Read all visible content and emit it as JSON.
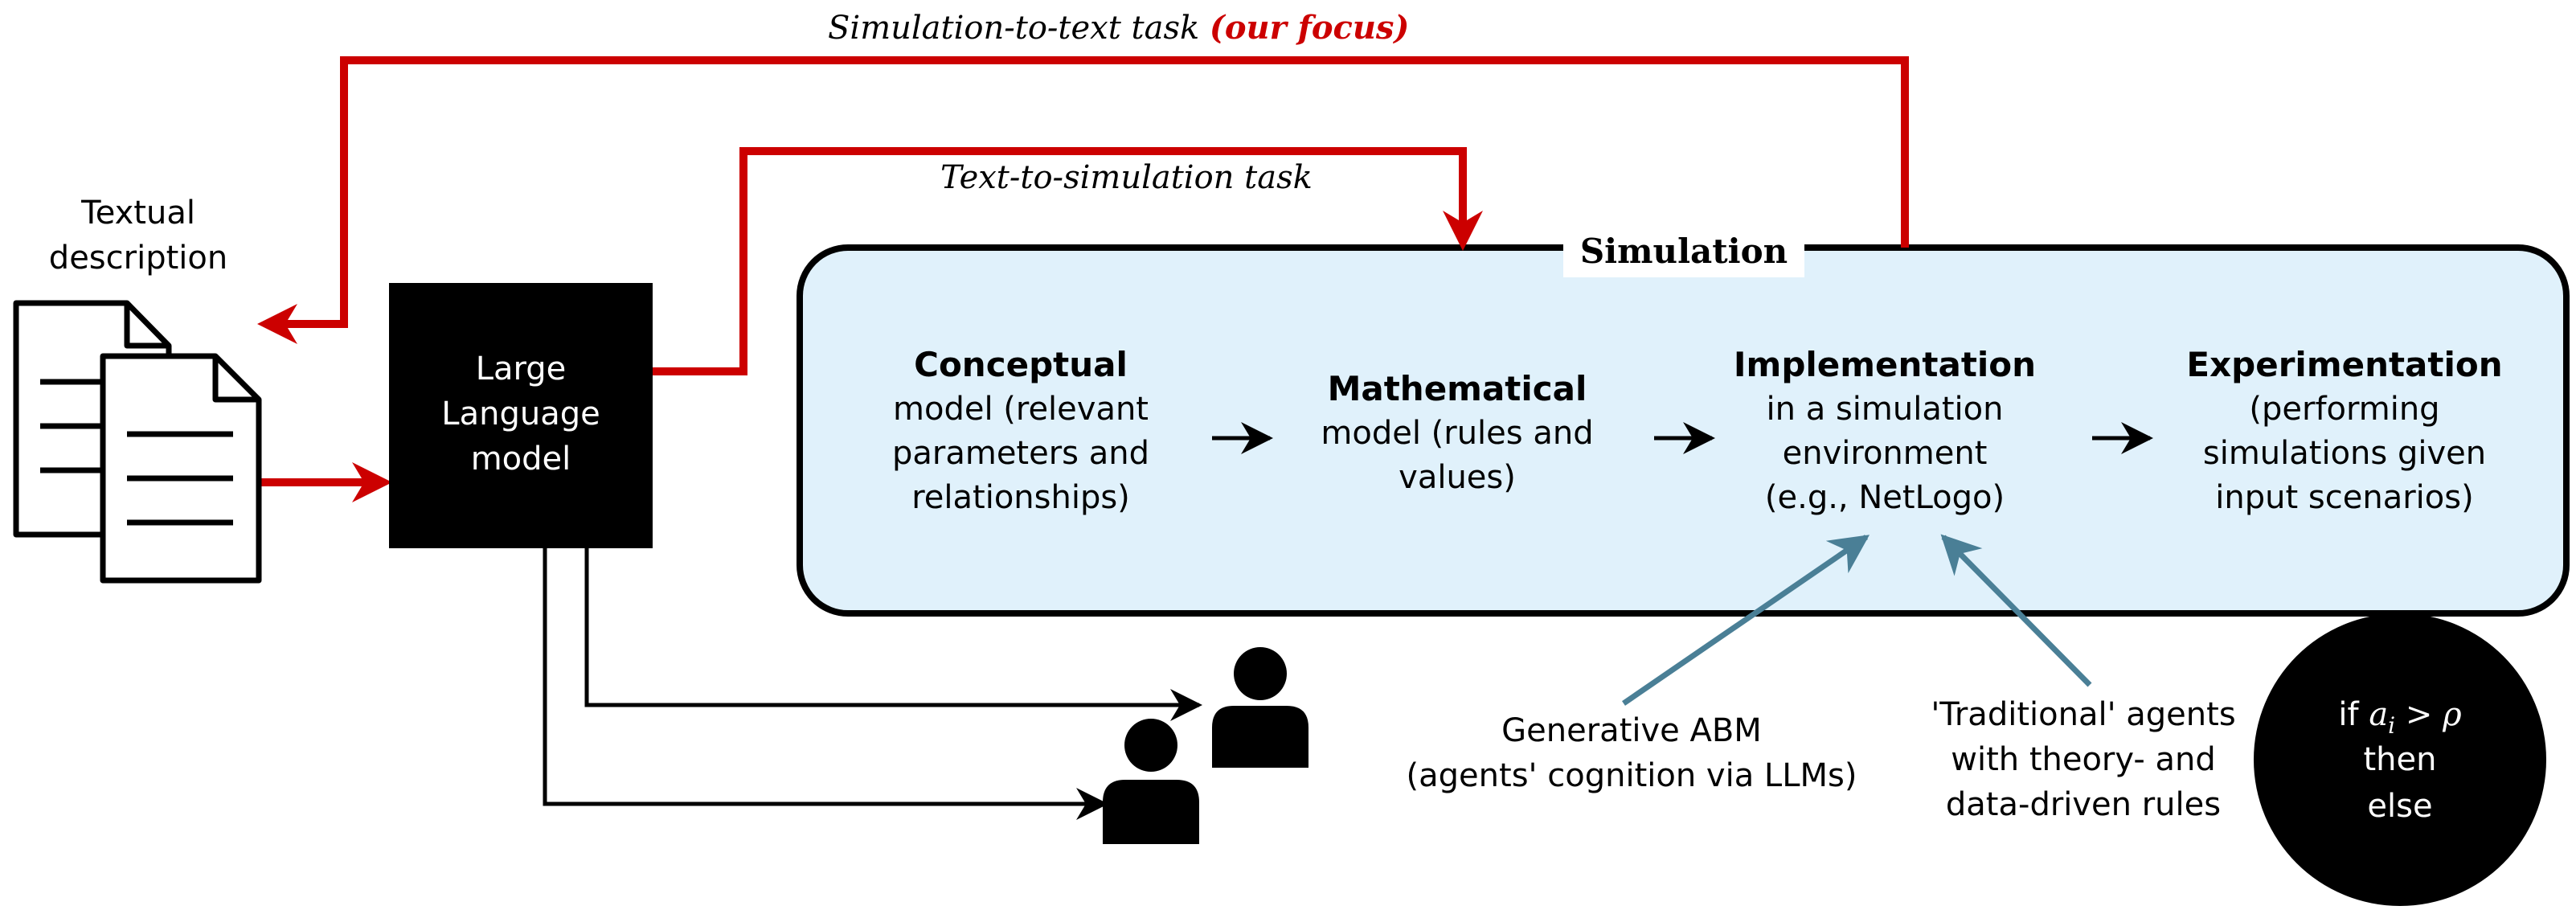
{
  "labels": {
    "sim_to_text_prefix": "Simulation-to-text task ",
    "sim_to_text_focus": "(our focus)",
    "text_to_sim": "Text-to-simulation task",
    "textual_line1": "Textual",
    "textual_line2": "description",
    "llm_line1": "Large",
    "llm_line2": "Language",
    "llm_line3": "model",
    "simulation_title": "Simulation",
    "generative_line1": "Generative ABM",
    "generative_line2": "(agents' cognition via LLMs)",
    "traditional_line1": "'Traditional' agents",
    "traditional_line2": "with theory- and",
    "traditional_line3": "data-driven rules",
    "circle_line1_prefix": "if ",
    "circle_line1_math": "a",
    "circle_line1_sub": "i",
    "circle_line1_rest": " > ρ",
    "circle_line2": "then",
    "circle_line3": "else"
  },
  "stages": [
    {
      "title": "Conceptual",
      "lines": [
        "model (relevant",
        "parameters and",
        "relationships)"
      ]
    },
    {
      "title": "Mathematical",
      "lines": [
        "model (rules and",
        "values)"
      ]
    },
    {
      "title": "Implementation",
      "lines": [
        "in a simulation",
        "environment",
        "(e.g., NetLogo)"
      ]
    },
    {
      "title": "Experimentation",
      "lines": [
        "(performing",
        "simulations given",
        "input scenarios)"
      ]
    }
  ],
  "colors": {
    "red_arrow": "#cc0000",
    "box_fill": "#e0f1fb",
    "teal_arrow": "#4a7f96",
    "black": "#000000"
  },
  "icons": [
    "document-icon",
    "person-icon"
  ]
}
